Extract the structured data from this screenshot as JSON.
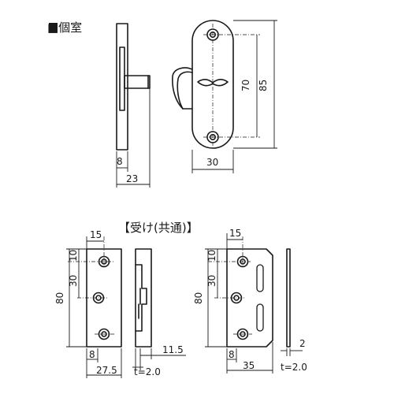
{
  "titles": {
    "unit": "■個室",
    "receiver": "【受け(共通)】"
  },
  "dims": {
    "top_thickness": "8",
    "top_depth": "23",
    "top_width": "30",
    "top_hole_pitch": "70",
    "top_height": "85",
    "r1_width": "15",
    "r1_top": "10",
    "r1_pitch": "30",
    "r1_height": "80",
    "r1_bottom": "8",
    "r1_base": "27.5",
    "r1_side": "11.5",
    "r1_thick": "t=2.0",
    "r2_width": "15",
    "r2_top": "10",
    "r2_pitch": "30",
    "r2_height": "80",
    "r2_bottom": "8",
    "r2_base": "35",
    "r2_side": "2",
    "r2_thick": "t=2.0"
  }
}
